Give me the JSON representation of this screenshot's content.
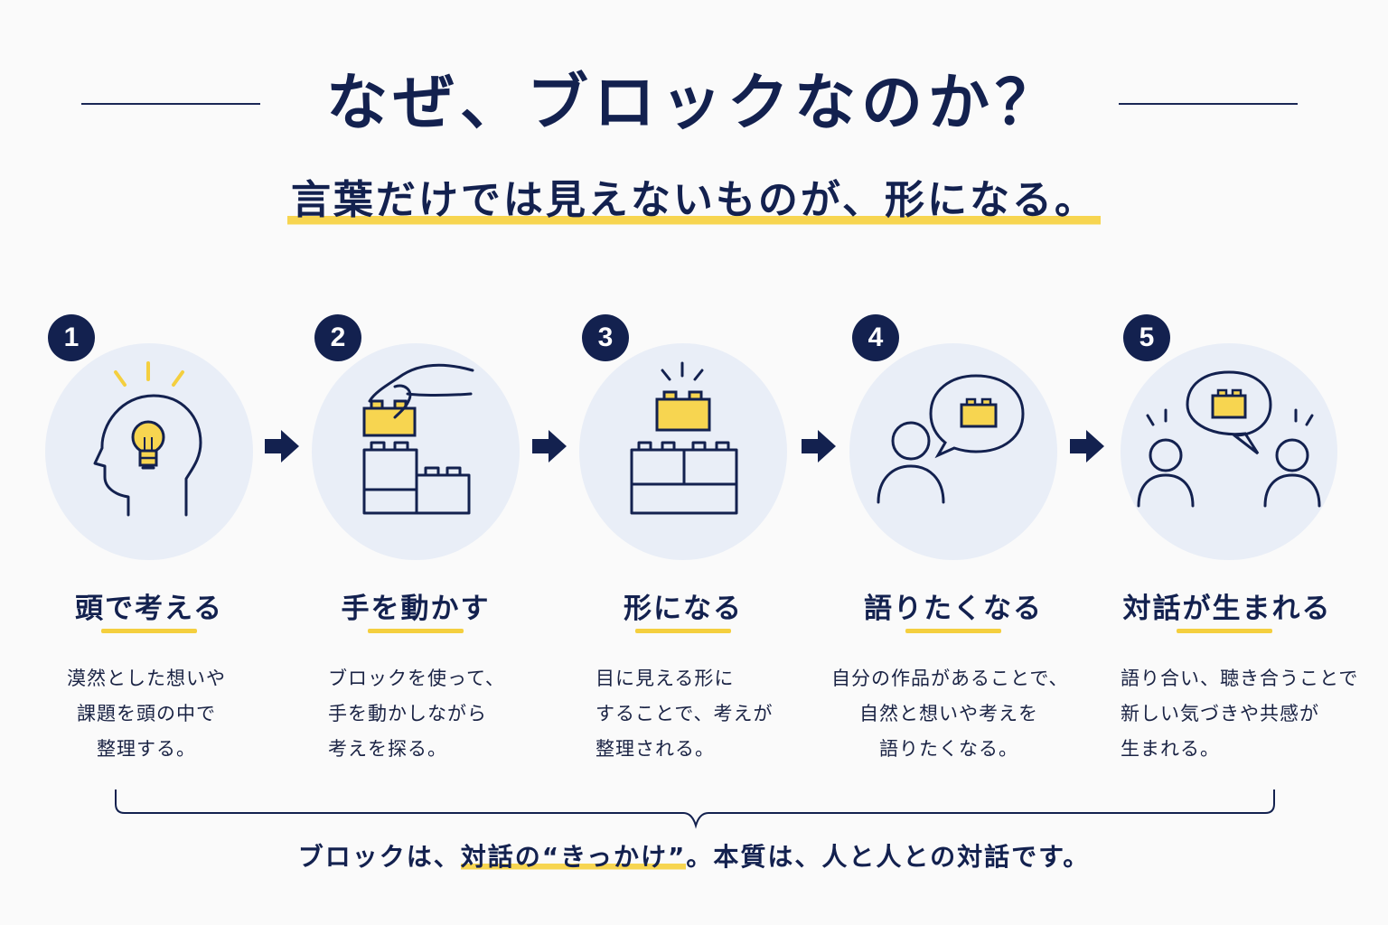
{
  "title": "なぜ、ブロックなのか？",
  "subtitle": "言葉だけでは見えないものが、形になる。",
  "colors": {
    "navy": "#13214f",
    "yellow": "#f7d550",
    "circle_bg": "#e9eef7"
  },
  "steps": [
    {
      "number": "1",
      "icon": "head-lightbulb-icon",
      "heading": "頭で考える",
      "desc": [
        "漠然とした想いや",
        "課題を頭の中で",
        "整理する。"
      ]
    },
    {
      "number": "2",
      "icon": "hand-stacking-blocks-icon",
      "heading": "手を動かす",
      "desc": [
        "ブロックを使って、",
        "手を動かしながら",
        "考えを探る。"
      ]
    },
    {
      "number": "3",
      "icon": "block-structure-icon",
      "heading": "形になる",
      "desc": [
        "目に見える形に",
        "することで、考えが",
        "整理される。"
      ]
    },
    {
      "number": "4",
      "icon": "person-speech-block-icon",
      "heading": "語りたくなる",
      "desc": [
        "自分の作品があることで、",
        "自然と想いや考えを",
        "語りたくなる。"
      ]
    },
    {
      "number": "5",
      "icon": "two-people-dialogue-icon",
      "heading": "対話が生まれる",
      "desc": [
        "語り合い、聴き合うことで",
        "新しい気づきや共感が",
        "生まれる。"
      ]
    }
  ],
  "bottom": {
    "pre": "ブロックは、",
    "highlight": "対話の“きっかけ”",
    "post": "。本質は、人と人との対話です。"
  }
}
